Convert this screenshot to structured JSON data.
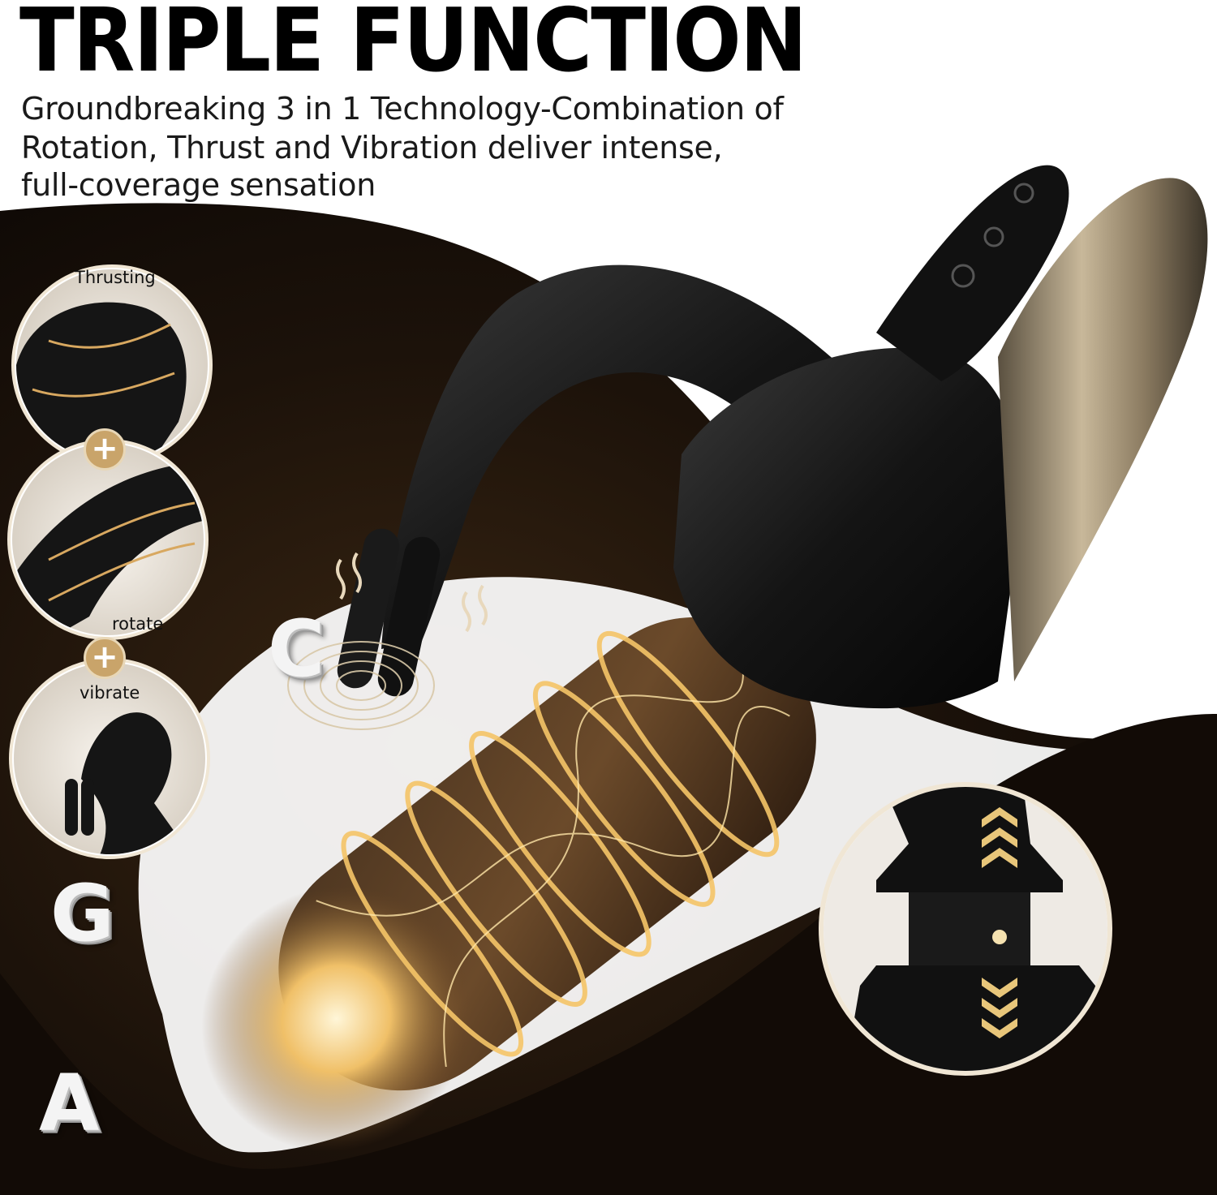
{
  "title": "TRIPLE FUNCTION",
  "subtitle_lines": [
    "Groundbreaking 3 in 1 Technology-Combination of",
    "Rotation, Thrust and Vibration deliver intense,",
    "full-coverage sensation"
  ],
  "functions": {
    "thrusting": "Thrusting",
    "rotate": "rotate",
    "vibrate": "vibrate",
    "plus_symbol": "+"
  },
  "zones": {
    "c": "C",
    "g": "G",
    "a": "A"
  },
  "colors": {
    "background": "#ffffff",
    "dark_brown": "#140c06",
    "gold": "#f5c568",
    "product_black": "#1a1a1a"
  },
  "icons": [
    "vibration-wave-icon",
    "double-chevron-up-icon",
    "double-chevron-down-icon"
  ]
}
